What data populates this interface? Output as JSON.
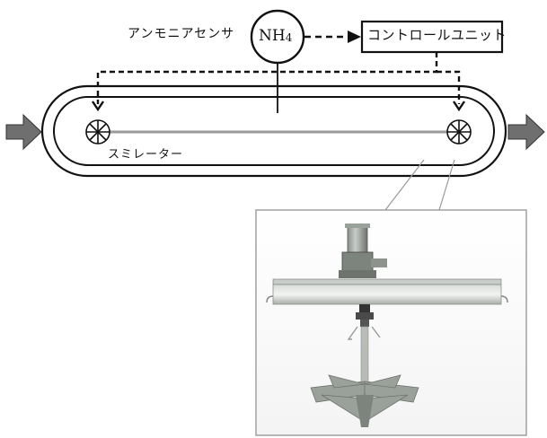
{
  "labels": {
    "ammonia_sensor": "アンモニアセンサ",
    "sensor_symbol_main": "NH",
    "sensor_symbol_sub": "4",
    "control_unit": "コントロールユニット",
    "stimulator": "スミレーター"
  },
  "icons": {
    "stimulator_symbol": "asterisk-circle-icon",
    "inlet_flow": "arrow-right-icon",
    "outlet_flow": "arrow-right-icon",
    "photo": "stimulator-equipment-photo"
  },
  "colors": {
    "line": "#111111",
    "arrow_fill": "#6f6f6f",
    "tank_line": "#999999",
    "callout": "#9a9a9a"
  }
}
